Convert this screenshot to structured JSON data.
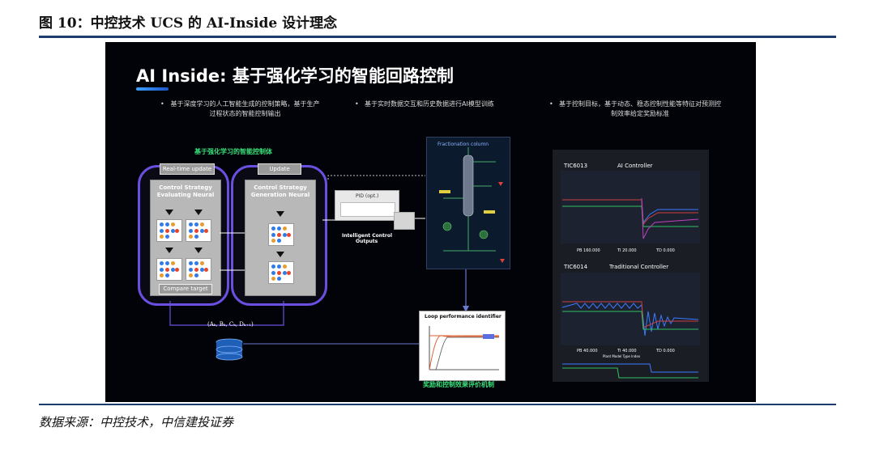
{
  "figure": {
    "title": "图 10：中控技术 UCS 的 AI-Inside 设计理念",
    "source": "数据来源：中控技术，中信建投证券"
  },
  "slide": {
    "title": "AI Inside: 基于强化学习的智能回路控制",
    "bullets": [
      "基于深度学习的人工智能生成的控制策略，基于生产过程状态的智能控制输出",
      "基于实时数据交互和历史数据进行AI模型训练",
      "基于控制目标，基于动态、稳态控制性能等特征对预测控制效率给定奖励标准"
    ],
    "mechanism_label": "基于强化学习的智能控制体",
    "left_loop": {
      "tab": "Real-time update",
      "panel_title_1": "Control Strategy",
      "panel_title_2": "Evaluating Neural",
      "compare": "Compare target"
    },
    "right_loop": {
      "tab": "Update",
      "panel_title_1": "Control Strategy",
      "panel_title_2": "Generation Neural"
    },
    "state_label": "(Aₖ, Bₖ, Cₖ, Dₖ₊₁)",
    "pid_label": "PID (opt.)",
    "intelligent_output_1": "Intelligent Control",
    "intelligent_output_2": "Outputs",
    "fractionation_title": "Fractionation column",
    "loop_perf_title": "Loop performance identifier",
    "evaluation_label": "奖励和控制效果评价机制",
    "ai_controller": {
      "tag": "TIC6013",
      "name": "AI Controller",
      "pb": "PB 160.000",
      "ti": "TI 20.000",
      "td": "TD 0.000"
    },
    "traditional_controller": {
      "tag": "TIC6014",
      "name": "Traditional Controller",
      "pb": "PB 40.000",
      "ti": "TI 40.000",
      "td": "TD 0.000",
      "footer": "Plant Model Type Index"
    }
  },
  "colors": {
    "rule": "#1d3c6e",
    "loop_border": "#6b4fe0",
    "green_text": "#39e07a",
    "slide_bg": "#020308"
  }
}
